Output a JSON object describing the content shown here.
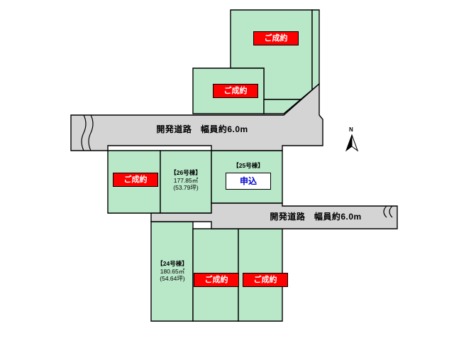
{
  "diagram": {
    "type": "subdivision-plot-map",
    "background_color": "#ffffff",
    "lot_fill_color": "#b9e8c9",
    "road_fill_color": "#d4d4d4",
    "outline_color": "#000000",
    "roads": [
      {
        "id": "road-north",
        "label": "開発道路　幅員約6.0m"
      },
      {
        "id": "road-east",
        "label": "開発道路　幅員約6.0m"
      }
    ],
    "lots": [
      {
        "id": "lot-26",
        "no": "【26号棟】",
        "area_sqm": "177.85㎡",
        "area_tsubo": "(53.79坪)"
      },
      {
        "id": "lot-24",
        "no": "【24号棟】",
        "area_sqm": "180.65㎡",
        "area_tsubo": "(54.64坪)"
      },
      {
        "id": "lot-25",
        "no": "【25号棟】"
      }
    ],
    "badges": [
      {
        "id": "badge-sold-top",
        "text": "ご成約",
        "state": "sold"
      },
      {
        "id": "badge-sold-upper",
        "text": "ご成約",
        "state": "sold"
      },
      {
        "id": "badge-sold-left",
        "text": "ご成約",
        "state": "sold"
      },
      {
        "id": "badge-sold-bottom-left",
        "text": "ご成約",
        "state": "sold"
      },
      {
        "id": "badge-sold-bottom-right",
        "text": "ご成約",
        "state": "sold"
      },
      {
        "id": "badge-apply-25",
        "text": "申込",
        "state": "apply"
      }
    ],
    "compass": {
      "label": "N"
    }
  }
}
